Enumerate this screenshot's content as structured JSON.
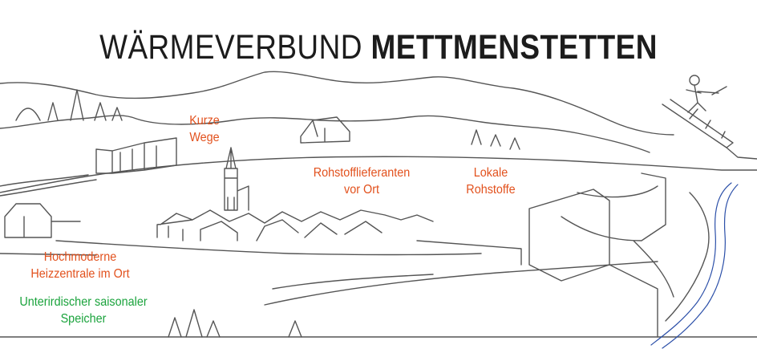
{
  "title": {
    "part1": "WÄRMEVERBUND ",
    "part2": "METTMENSTETTEN"
  },
  "labels": {
    "kurze_wege": [
      "Kurze",
      "Wege"
    ],
    "rohstofflieferanten": [
      "Rohstofflieferanten",
      "vor Ort"
    ],
    "lokale_rohstoffe": [
      "Lokale",
      "Rohstoffe"
    ],
    "heizzentrale": [
      "Hochmoderne",
      "Heizzentrale im Ort"
    ],
    "speicher": [
      "Unterirdischer saisonaler",
      "Speicher"
    ]
  },
  "colors": {
    "text_dark": "#1c1c1c",
    "orange": "#e2511d",
    "green": "#1aa33c",
    "line": "#555555",
    "river": "#2b4fa8"
  }
}
